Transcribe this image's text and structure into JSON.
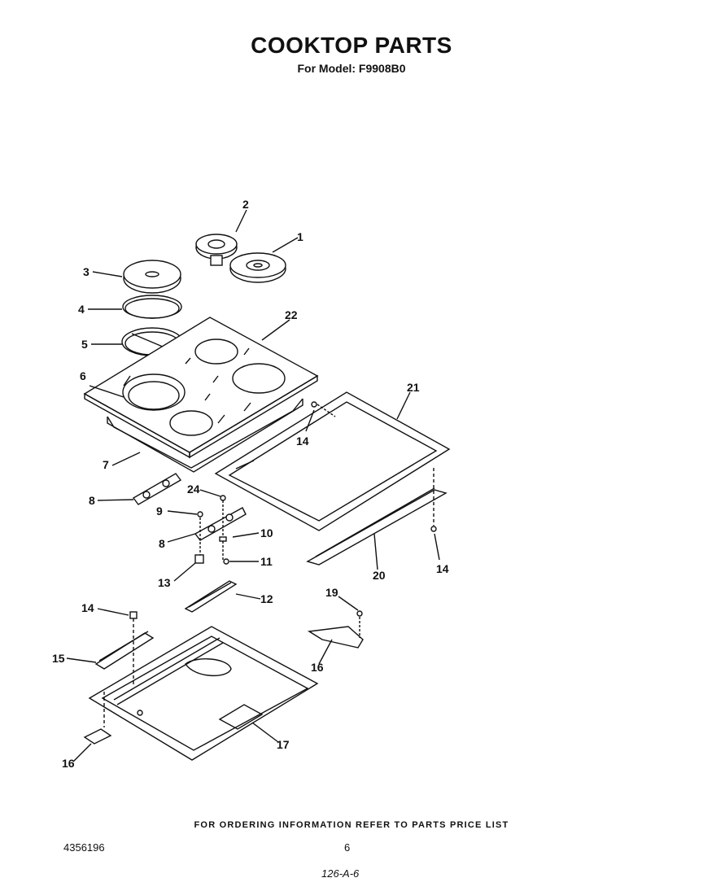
{
  "header": {
    "title": "COOKTOP PARTS",
    "subtitle": "For Model: F9908B0"
  },
  "callouts": {
    "c1": "1",
    "c2": "2",
    "c3": "3",
    "c4": "4",
    "c5": "5",
    "c6": "6",
    "c7": "7",
    "c8a": "8",
    "c8b": "8",
    "c9": "9",
    "c10": "10",
    "c11": "11",
    "c12": "12",
    "c13": "13",
    "c14a": "14",
    "c14b": "14",
    "c14c": "14",
    "c15": "15",
    "c16a": "16",
    "c16b": "16",
    "c17": "17",
    "c19": "19",
    "c20": "20",
    "c21": "21",
    "c22": "22",
    "c24": "24"
  },
  "footer": {
    "note": "FOR ORDERING INFORMATION REFER TO PARTS PRICE LIST",
    "doc_number": "4356196",
    "page_number": "6",
    "handwritten_code": "126-A-6"
  }
}
